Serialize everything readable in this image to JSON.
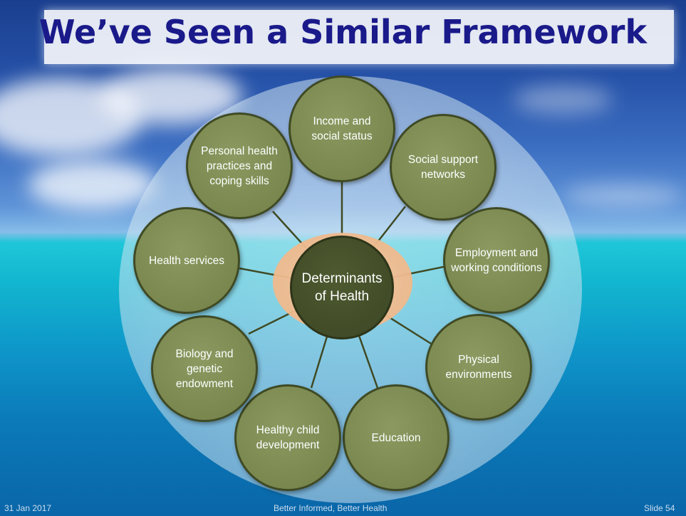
{
  "slide": {
    "title": "We’ve Seen a Similar Framework"
  },
  "diagram": {
    "center": "Determinants of Health",
    "nodes": [
      "Income and social status",
      "Social support networks",
      "Employment and working conditions",
      "Physical environments",
      "Education",
      "Healthy child development",
      "Biology and genetic endowment",
      "Health services",
      "Personal health practices and coping skills"
    ]
  },
  "footer": {
    "date": "31 Jan 2017",
    "tagline": "Better Informed, Better Health",
    "slide_number": "Slide 54"
  },
  "colors": {
    "title": "#1a1a8a",
    "node_fill": "#7a884f",
    "node_border": "#3f4a24",
    "center_fill": "#3c4624",
    "center_ring": "#f0b98c"
  }
}
